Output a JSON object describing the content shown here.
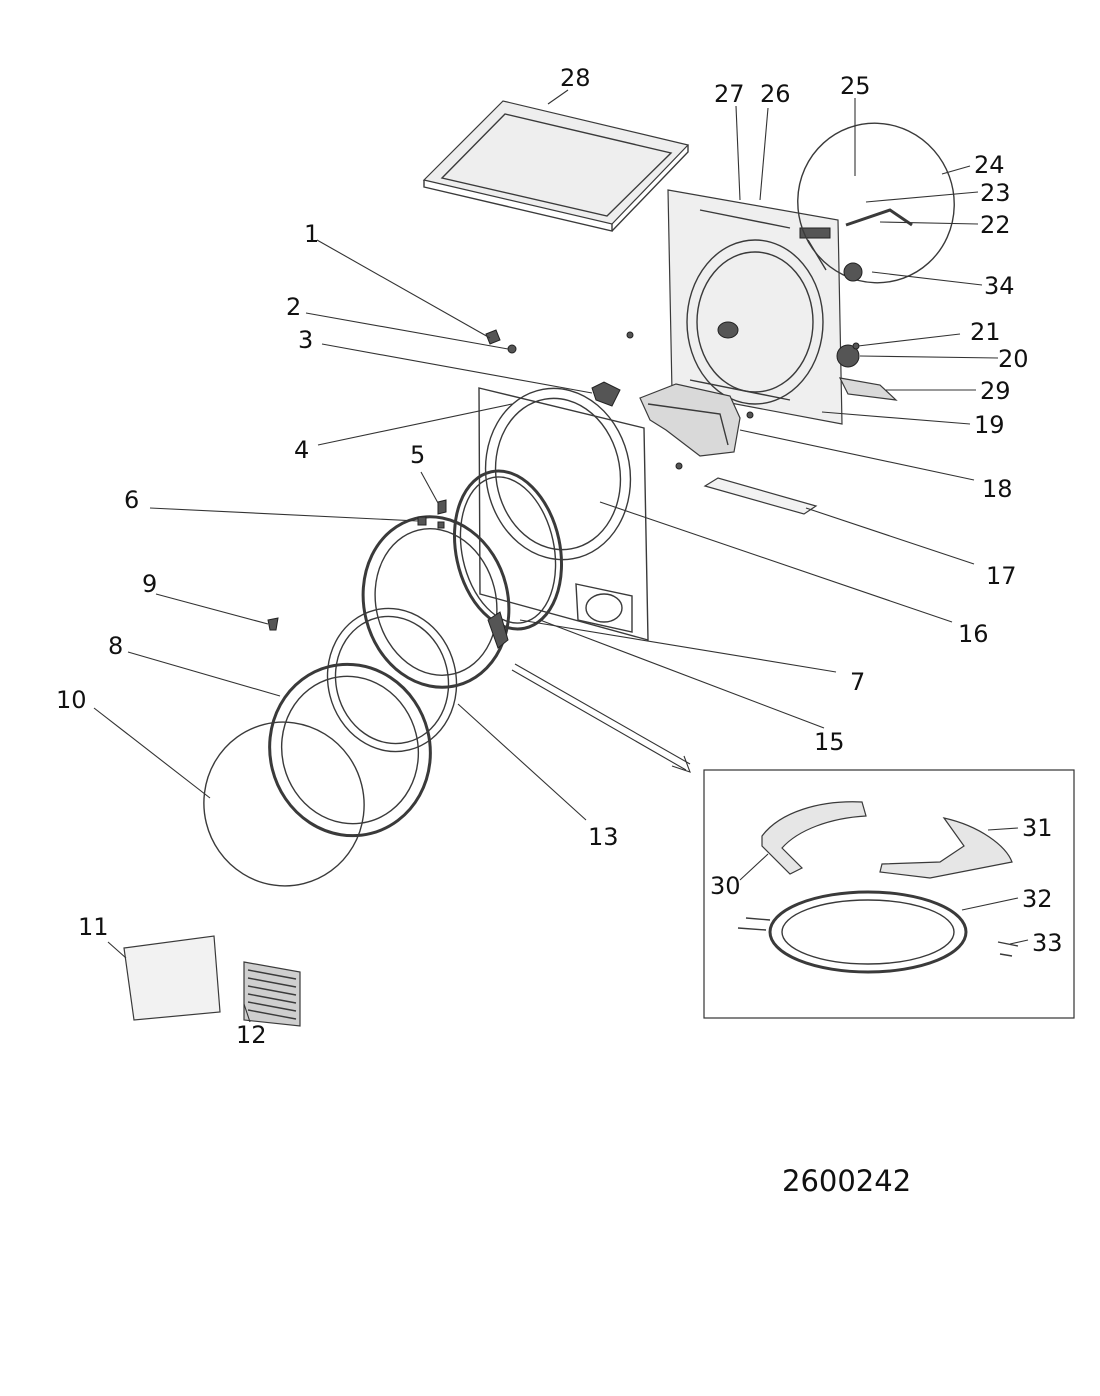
{
  "diagram": {
    "callouts": [
      "1",
      "2",
      "3",
      "4",
      "5",
      "6",
      "7",
      "8",
      "9",
      "10",
      "11",
      "12",
      "13",
      "15",
      "16",
      "17",
      "18",
      "19",
      "20",
      "21",
      "22",
      "23",
      "24",
      "25",
      "26",
      "27",
      "28",
      "29",
      "30",
      "31",
      "32",
      "33",
      "34"
    ],
    "drawing_code": "2600242"
  }
}
